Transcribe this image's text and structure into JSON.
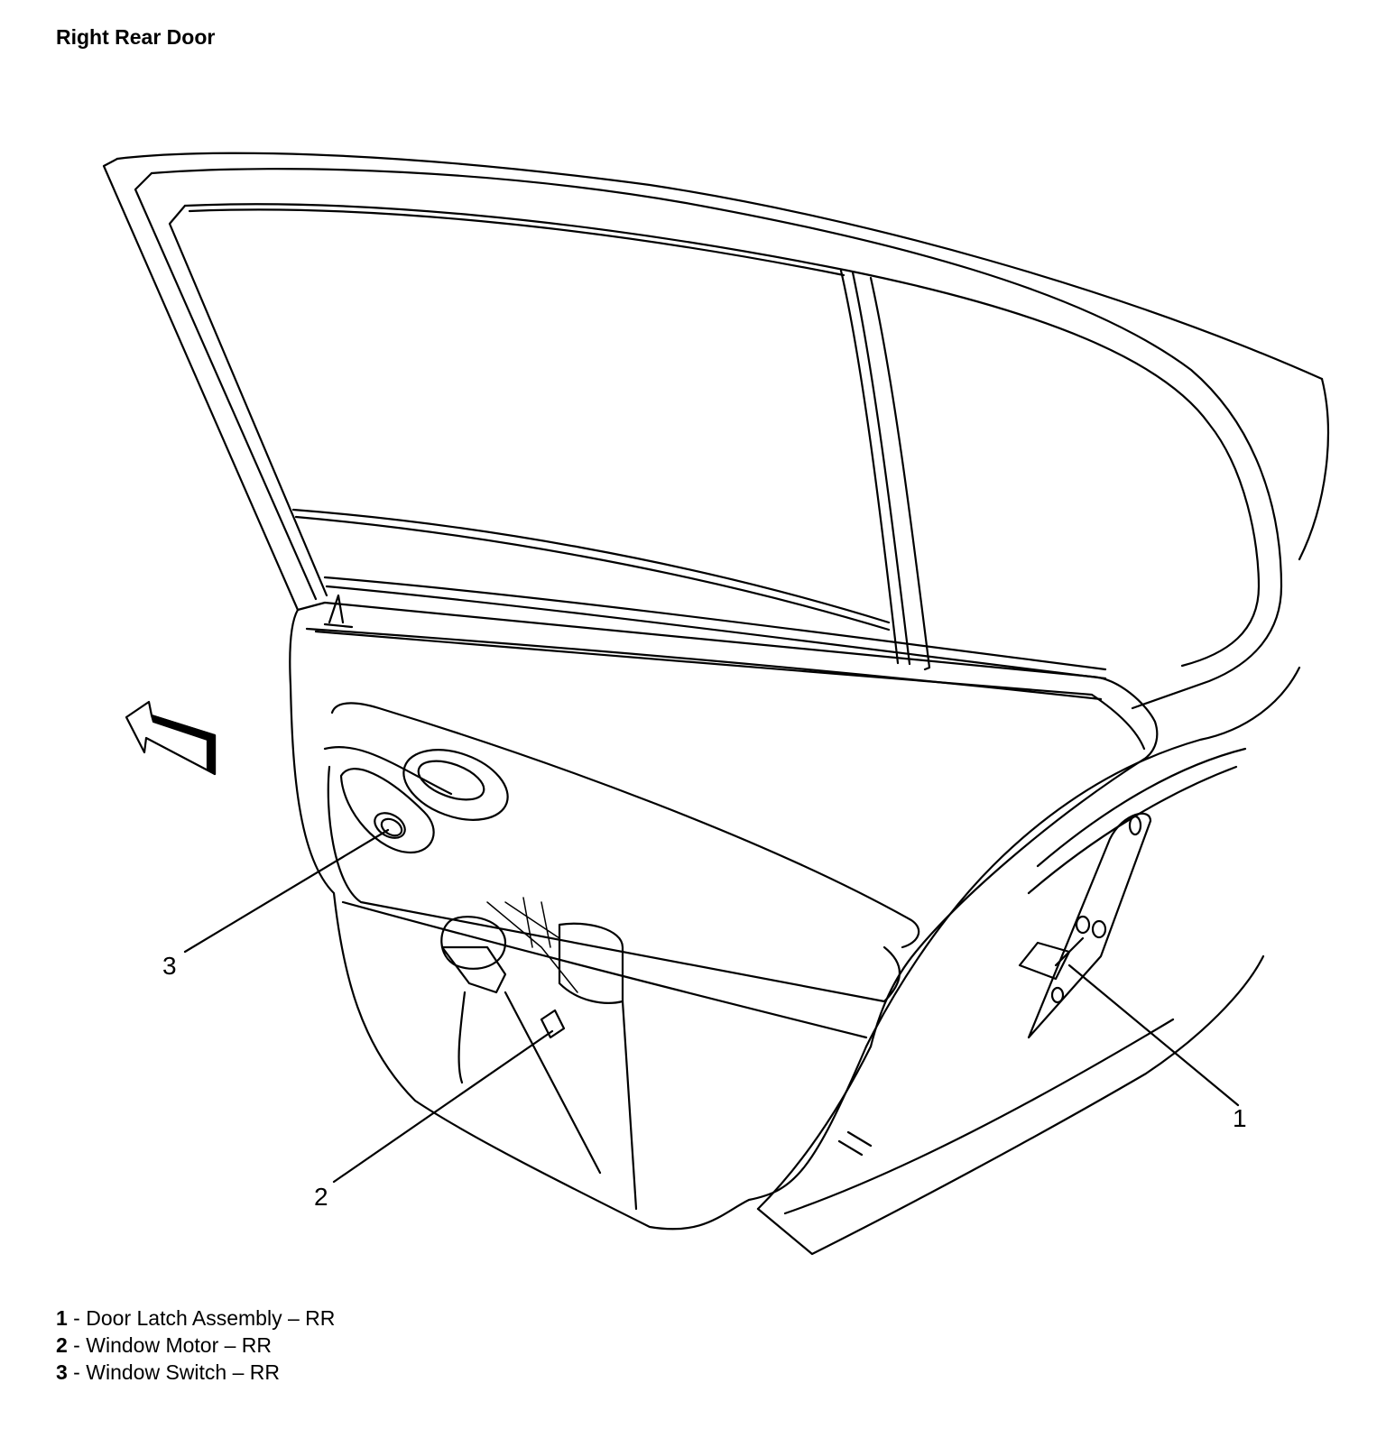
{
  "title": "Right Rear Door",
  "callouts": [
    {
      "number": "1",
      "component": "Door Latch Assembly – RR"
    },
    {
      "number": "2",
      "component": "Window Motor – RR"
    },
    {
      "number": "3",
      "component": "Window Switch – RR"
    }
  ],
  "legend_separator": " - ",
  "icons": {
    "front_arrow": "direction-arrow-icon"
  }
}
